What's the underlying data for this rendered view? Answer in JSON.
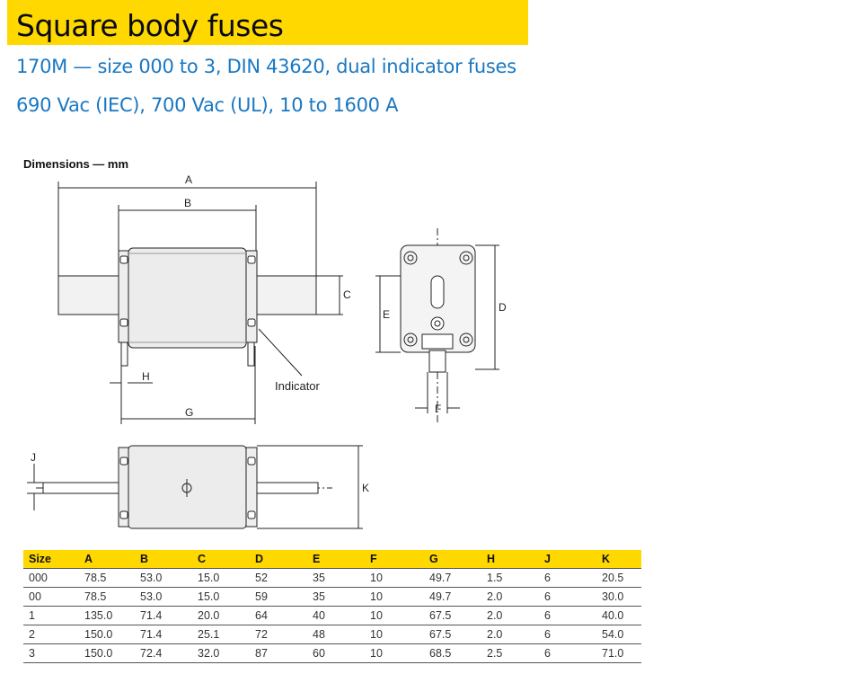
{
  "header": {
    "title": "Square body fuses",
    "subtitle_1": "170M — size 000 to 3, DIN 43620, dual indicator fuses",
    "subtitle_2": "690 Vac (IEC), 700 Vac (UL), 10 to 1600 A"
  },
  "drawing": {
    "caption": "Dimensions — mm",
    "labels": {
      "A": "A",
      "B": "B",
      "C": "C",
      "D": "D",
      "E": "E",
      "F": "F",
      "G": "G",
      "H": "H",
      "J": "J",
      "K": "K"
    },
    "indicator_label": "Indicator"
  },
  "table": {
    "headers": [
      "Size",
      "A",
      "B",
      "C",
      "D",
      "E",
      "F",
      "G",
      "H",
      "J",
      "K"
    ],
    "rows": [
      [
        "000",
        "78.5",
        "53.0",
        "15.0",
        "52",
        "35",
        "10",
        "49.7",
        "1.5",
        "6",
        "20.5"
      ],
      [
        "00",
        "78.5",
        "53.0",
        "15.0",
        "59",
        "35",
        "10",
        "49.7",
        "2.0",
        "6",
        "30.0"
      ],
      [
        "1",
        "135.0",
        "71.4",
        "20.0",
        "64",
        "40",
        "10",
        "67.5",
        "2.0",
        "6",
        "40.0"
      ],
      [
        "2",
        "150.0",
        "71.4",
        "25.1",
        "72",
        "48",
        "10",
        "67.5",
        "2.0",
        "6",
        "54.0"
      ],
      [
        "3",
        "150.0",
        "72.4",
        "32.0",
        "87",
        "60",
        "10",
        "68.5",
        "2.5",
        "6",
        "71.0"
      ]
    ]
  },
  "colors": {
    "accent": "#ffd800",
    "subtitle": "#1a78c2"
  }
}
